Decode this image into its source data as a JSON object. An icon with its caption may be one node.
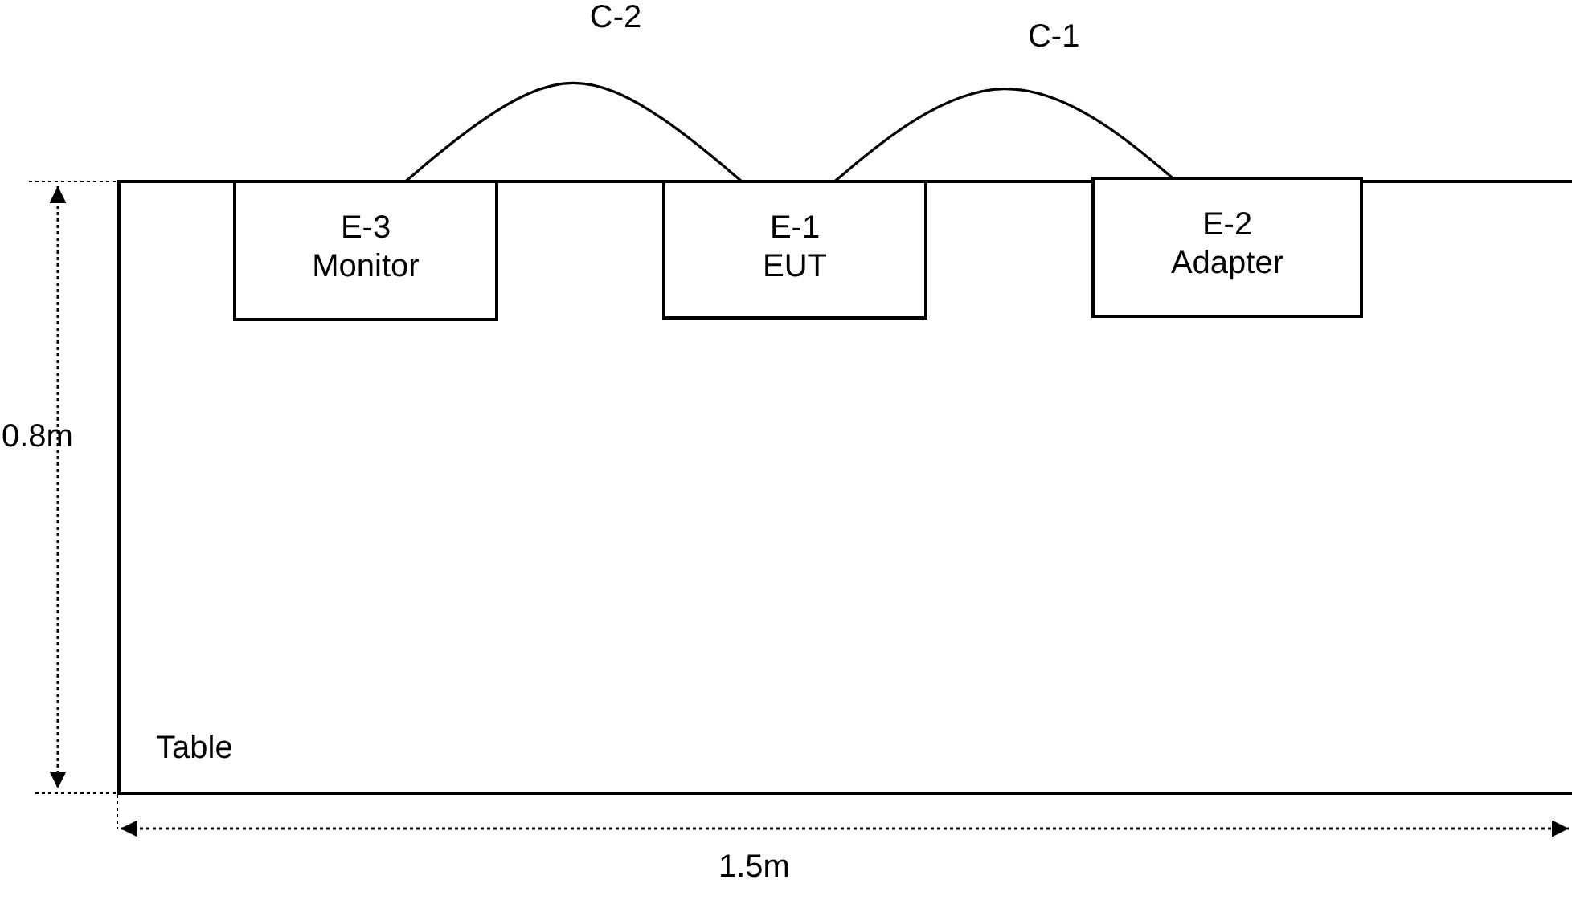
{
  "diagram": {
    "nodes": [
      {
        "text": [
          "Table"
        ]
      },
      {
        "text": [
          "E-3",
          "Monitor"
        ],
        "in": 0
      },
      {
        "text": [
          "E-1",
          "EUT"
        ],
        "in": 0
      },
      {
        "text": [
          "E-2",
          "Adapter"
        ],
        "in": 0
      }
    ],
    "edges": [
      {
        "from": 1,
        "to": 2,
        "arrow": "none",
        "label": "C-2"
      },
      {
        "from": 2,
        "to": 3,
        "arrow": "none",
        "label": "C-1"
      }
    ],
    "labels": [
      "0.8m",
      "1.5m"
    ]
  }
}
